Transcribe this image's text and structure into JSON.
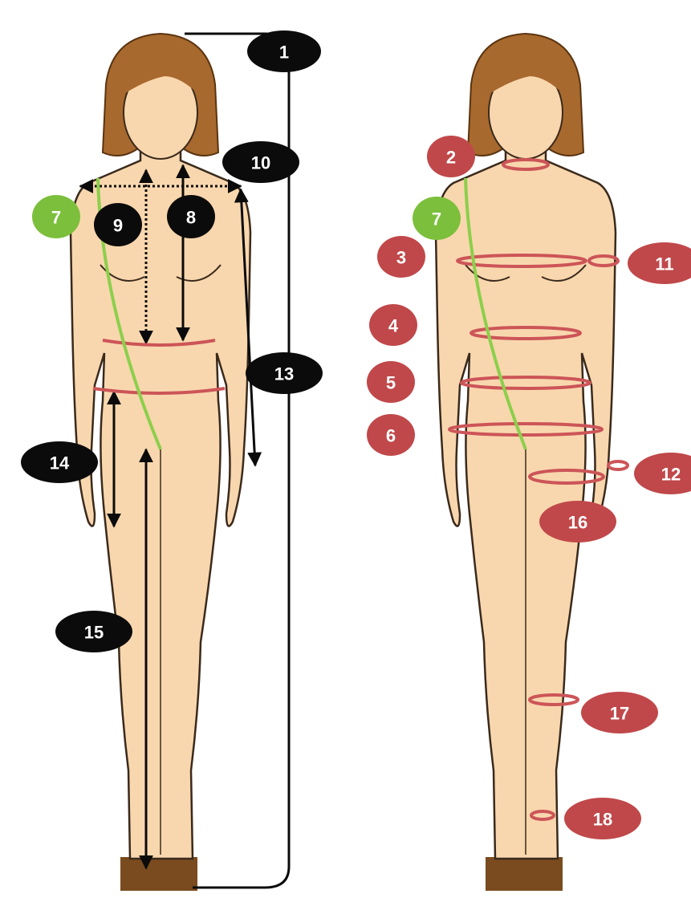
{
  "colors": {
    "skin": "#f9d7ae",
    "outline": "#3a2a1c",
    "hair": "#a8692e",
    "black_marker": "#0b0b0b",
    "red_marker": "#c0484a",
    "green_marker": "#7cbf3c",
    "measure_red": "#cc5558",
    "measure_green": "#8ccf4c",
    "platform": "#7a4b1f"
  },
  "markers": {
    "m1": "1",
    "m10": "10",
    "m9": "9",
    "m8": "8",
    "m13": "13",
    "m14": "14",
    "m15": "15",
    "m7_left": "7",
    "m2": "2",
    "m7_right": "7",
    "m3": "3",
    "m4": "4",
    "m5": "5",
    "m6": "6",
    "m11": "11",
    "m12": "12",
    "m16": "16",
    "m17": "17",
    "m18": "18"
  }
}
